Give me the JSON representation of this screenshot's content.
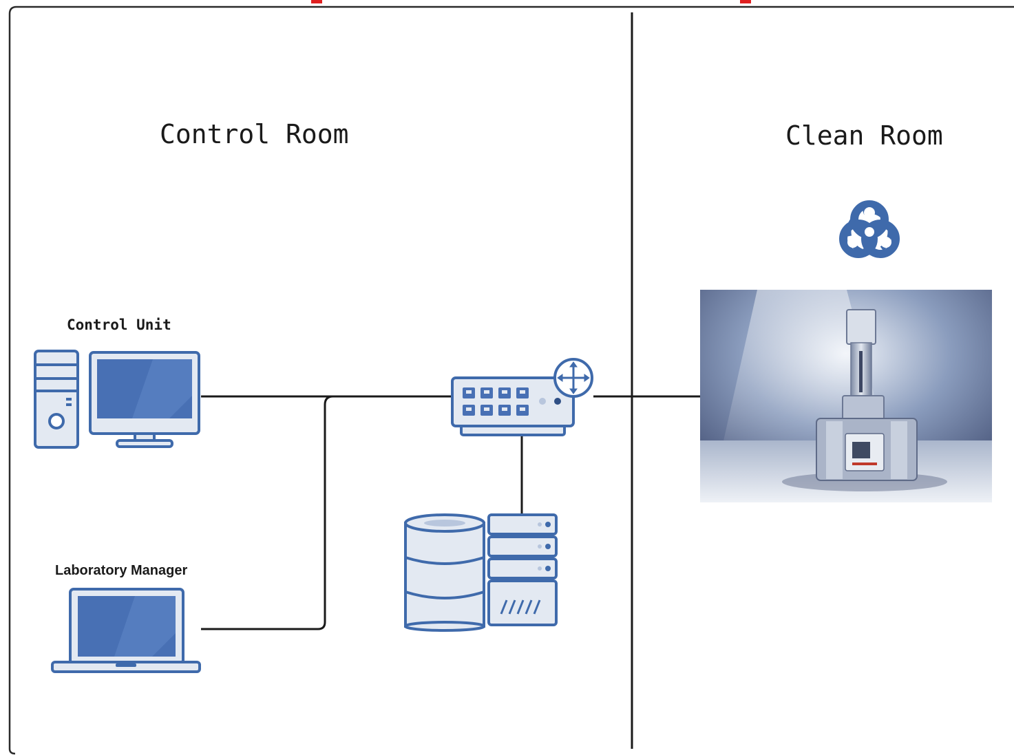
{
  "rooms": {
    "control": {
      "title": "Control Room"
    },
    "clean": {
      "title": "Clean Room"
    }
  },
  "devices": {
    "control_unit": {
      "label": "Control Unit",
      "icon": "desktop-computer-icon"
    },
    "lab_manager": {
      "label": "Laboratory Manager",
      "icon": "laptop-icon"
    },
    "router": {
      "icon": "network-switch-router-icon"
    },
    "storage": {
      "icon": "database-server-icon"
    },
    "instrument": {
      "icon": "laboratory-instrument-photo"
    },
    "hazard": {
      "icon": "biohazard-icon"
    }
  },
  "colors": {
    "device_outline": "#3f6aab",
    "device_fill": "#4870b4",
    "device_light": "#e3e9f2",
    "wire": "#1a1a1a",
    "header_accent": "#e02020"
  }
}
